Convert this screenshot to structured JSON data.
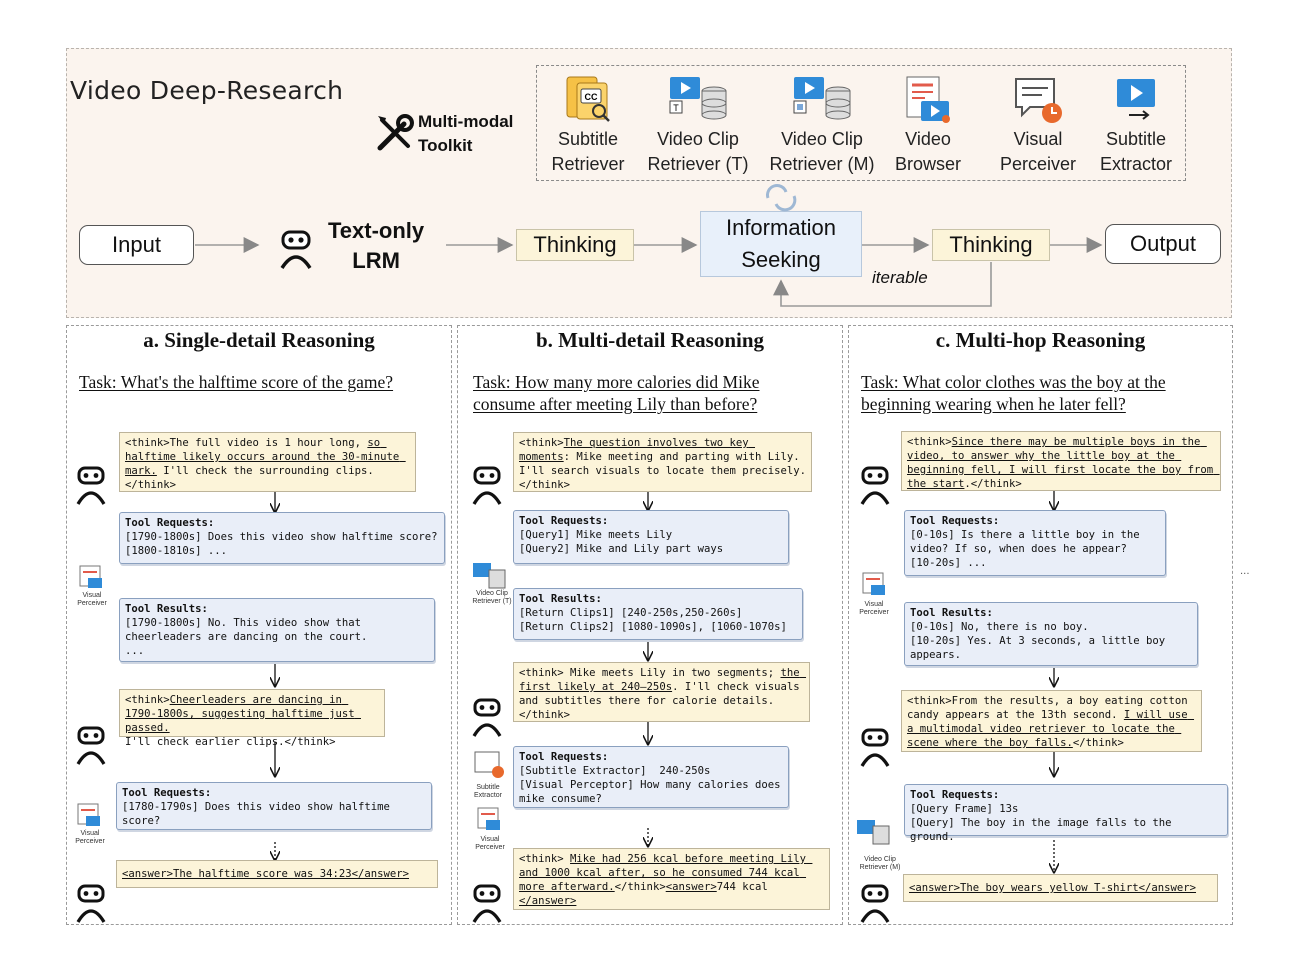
{
  "title": "Video Deep-Research",
  "toolkit": {
    "label": "Multi-modal\nToolkit",
    "tools": [
      {
        "label": "Subtitle\nRetriever",
        "icon": "subtitle-retriever-icon"
      },
      {
        "label": "Video Clip\nRetriever (T)",
        "icon": "video-clip-retriever-t-icon"
      },
      {
        "label": "Video Clip\nRetriever (M)",
        "icon": "video-clip-retriever-m-icon"
      },
      {
        "label": "Video\nBrowser",
        "icon": "video-browser-icon"
      },
      {
        "label": "Visual\nPerceiver",
        "icon": "visual-perceiver-icon"
      },
      {
        "label": "Subtitle\nExtractor",
        "icon": "subtitle-extractor-icon"
      }
    ]
  },
  "flow": {
    "input": "Input",
    "lrm": "Text-only\nLRM",
    "thinking1": "Thinking",
    "seeking": "Information\nSeeking",
    "thinking2": "Thinking",
    "output": "Output",
    "iterable": "iterable"
  },
  "panels": {
    "a": {
      "title": "a. Single-detail Reasoning",
      "task": "Task: What's the halftime score of the game?",
      "think1_pre": "<think>The full video is 1 hour long, ",
      "think1_u": "so halftime likely occurs around the 30-minute mark.",
      "think1_post": " I'll check the surrounding clips.</think>",
      "req1_head": "Tool Requests:",
      "req1_body": "[1790-1800s] Does this video show halftime score?\n[1800-1810s] ...",
      "res1_head": "Tool Results:",
      "res1_body": "[1790-1800s] No. This video show that cheerleaders are dancing on the court.\n...",
      "think2_pre": "<think>",
      "think2_u": "Cheerleaders are dancing in 1790-1800s, suggesting halftime just passed.",
      "think2_post": "\nI'll check earlier clips.</think>",
      "req2_head": "Tool Requests:",
      "req2_body": "[1780-1790s] Does this video show halftime score?",
      "answer": "<answer>The halftime score was 34:23</answer>",
      "tool_label1": "Visual\nPerceiver",
      "tool_label2": "Visual\nPerceiver"
    },
    "b": {
      "title": "b. Multi-detail Reasoning",
      "task": "Task: How many more calories did Mike consume after meeting Lily than before?",
      "think1_pre": "<think>",
      "think1_u": "The question involves two key moments",
      "think1_post": ": Mike meeting and parting with Lily. I'll search visuals to locate them precisely.</think>",
      "req1_head": "Tool Requests:",
      "req1_body": "[Query1] Mike meets Lily\n[Query2] Mike and Lily part ways",
      "res1_head": "Tool Results:",
      "res1_body": "[Return Clips1] [240-250s,250-260s]\n[Return Clips2] [1080-1090s], [1060-1070s]",
      "think2_pre": "<think> Mike meets Lily in two segments; ",
      "think2_u": "the first likely at 240–250s",
      "think2_post": ". I'll check visuals and subtitles there for calorie details.\n</think>",
      "req2_head": "Tool Requests:",
      "req2_body": "[Subtitle Extractor]  240-250s\n[Visual Perceptor] How many calories does mike consume?",
      "answer_pre": "<think> ",
      "answer_u": "Mike had 256 kcal before meeting Lily and 1000 kcal after, so he consumed 744 kcal more afterward.",
      "answer_mid": "</think>",
      "answer_u2": "<answer>",
      "answer_post": "744 kcal\n",
      "answer_u3": "</answer>",
      "tool_label1": "Video Clip\nRetriever (T)",
      "tool_label2": "Subtitle\nExtractor",
      "tool_label3": "Visual\nPerceiver"
    },
    "c": {
      "title": "c. Multi-hop Reasoning",
      "task": "Task: What color clothes was the boy at the beginning wearing when he later fell?",
      "think1_pre": "<think>",
      "think1_u": "Since there may be multiple boys in the video, to answer why the little boy at the beginning fell, I will first locate the boy from the start",
      "think1_post": ".</think>",
      "req1_head": "Tool Requests:",
      "req1_body": "[0-10s] Is there a little boy in the video? If so, when does he appear?\n[10-20s] ...",
      "res1_head": "Tool Results:",
      "res1_body": "[0-10s] No, there is no boy.\n[10-20s] Yes. At 3 seconds, a little boy appears.",
      "think2_pre": "<think>From the results, a boy eating cotton candy appears at the 13th second. ",
      "think2_u": "I will use a multimodal video retriever to locate the scene where the boy falls.",
      "think2_post": "</think>",
      "req2_head": "Tool Requests:",
      "req2_body": "[Query Frame] 13s\n[Query] The boy in the image falls to the ground.",
      "answer": "<answer>The boy wears yellow T-shirt</answer>",
      "tool_label1": "Visual\nPerceiver",
      "tool_label2": "Video Clip\nRetriever (M)"
    }
  },
  "ellipsis": "..."
}
